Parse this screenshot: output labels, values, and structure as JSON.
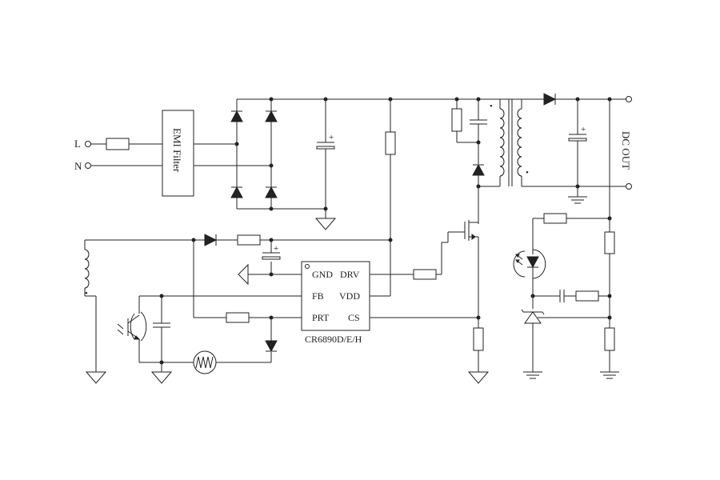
{
  "inputs": {
    "live": "L",
    "neutral": "N"
  },
  "emi_filter": {
    "label": "EMI Filter"
  },
  "ic": {
    "part": "CR6890D/E/H",
    "pins": {
      "gnd": "GND",
      "drv": "DRV",
      "fb": "FB",
      "vdd": "VDD",
      "prt": "PRT",
      "cs": "CS"
    }
  },
  "output": {
    "label": "DC OUT"
  },
  "polarity": {
    "plus": "+",
    "dot": "•"
  }
}
